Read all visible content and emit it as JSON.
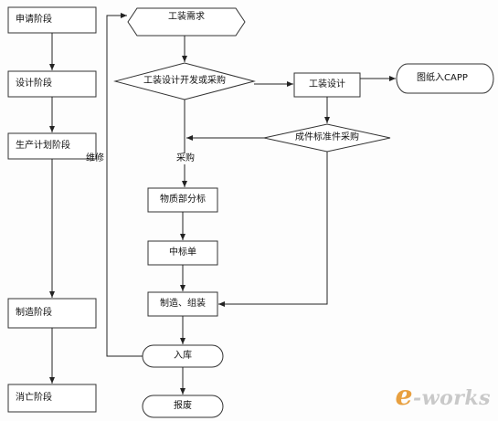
{
  "lifecycle": {
    "apply": "申请阶段",
    "design": "设计阶段",
    "plan": "生产计划阶段",
    "manufacture": "制造阶段",
    "scrap": "消亡阶段"
  },
  "flow": {
    "demand": "工装需求",
    "develop_or_buy": "工装设计开发或采购",
    "tool_design": "工装设计",
    "capp": "图纸入CAPP",
    "std_purchase": "成件标准件采购",
    "purchase": "采购",
    "dept_bid": "物质部分标",
    "award": "中标单",
    "fabricate": "制造、组装",
    "warehouse": "入库",
    "discard": "报废",
    "repair": "维修"
  },
  "watermark": {
    "e": "e",
    "rest": "-works"
  }
}
